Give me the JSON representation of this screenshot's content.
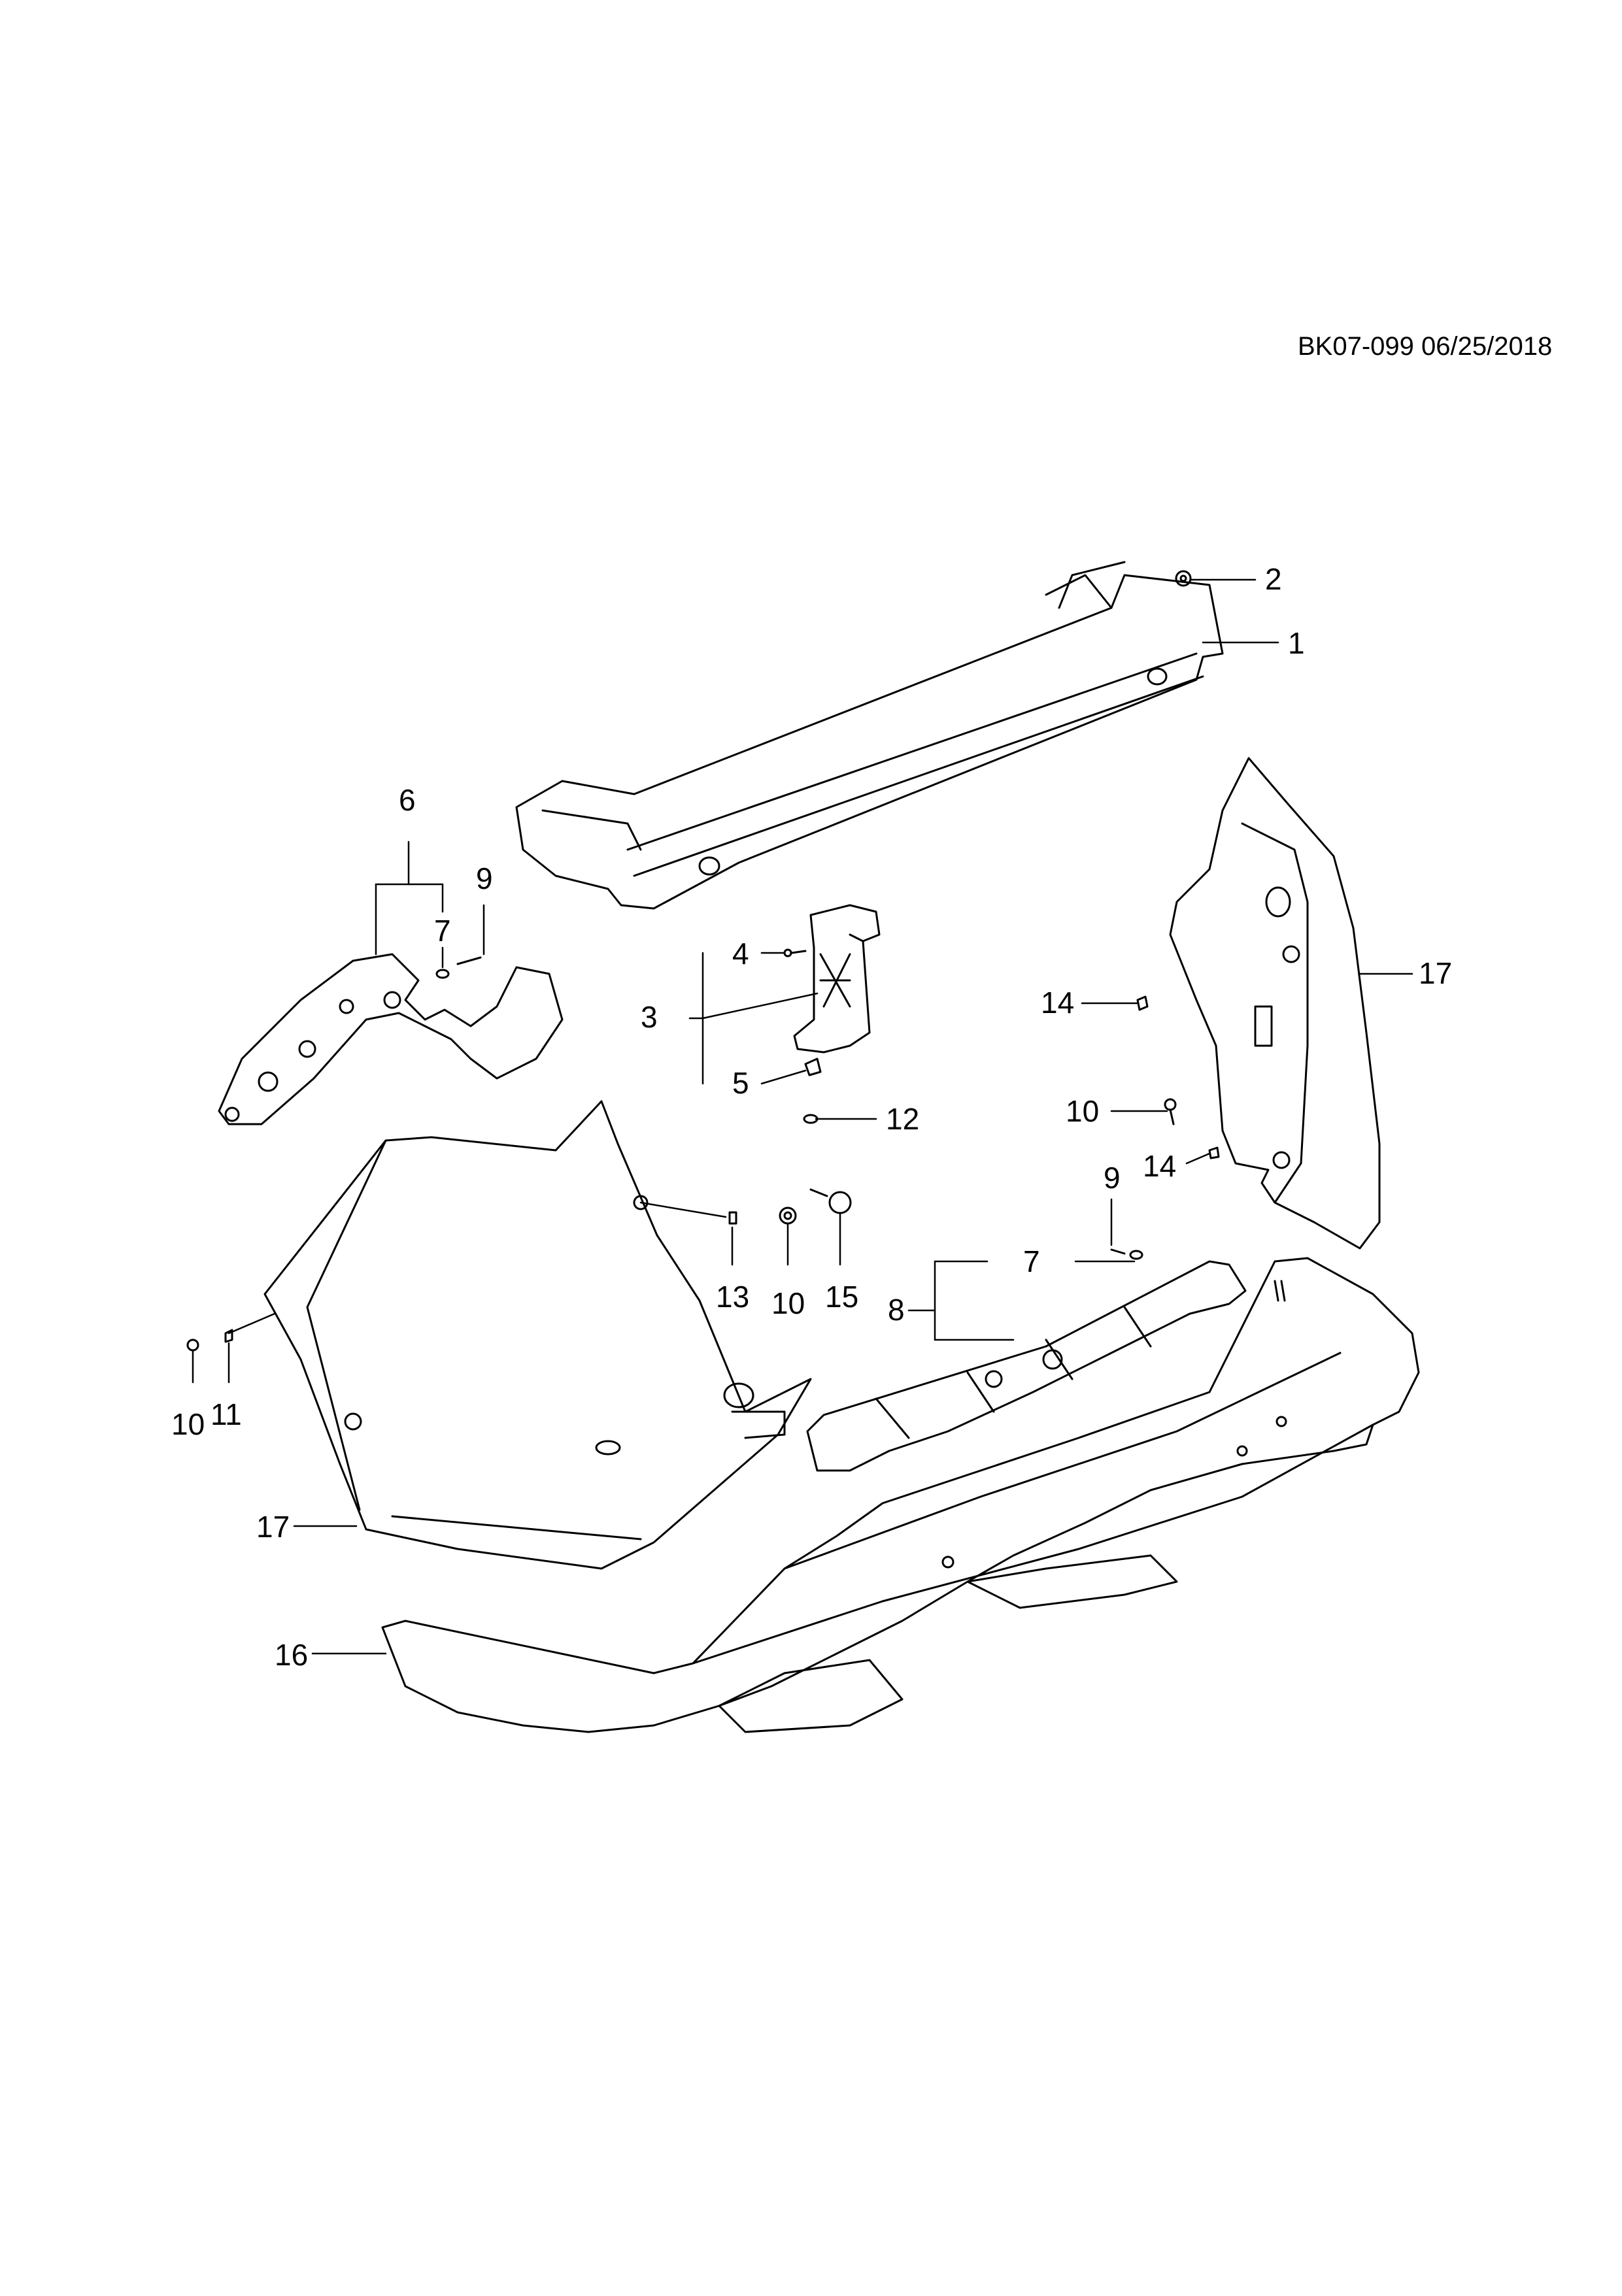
{
  "doc_ref": "BK07-099 06/25/2018",
  "callouts": {
    "c1": "1",
    "c2": "2",
    "c3": "3",
    "c4": "4",
    "c5": "5",
    "c6": "6",
    "c7a": "7",
    "c7b": "7",
    "c8": "8",
    "c9a": "9",
    "c9b": "9",
    "c10a": "10",
    "c10b": "10",
    "c10c": "10",
    "c11": "11",
    "c12": "12",
    "c13": "13",
    "c14a": "14",
    "c14b": "14",
    "c15": "15",
    "c16": "16",
    "c17a": "17",
    "c17b": "17"
  }
}
